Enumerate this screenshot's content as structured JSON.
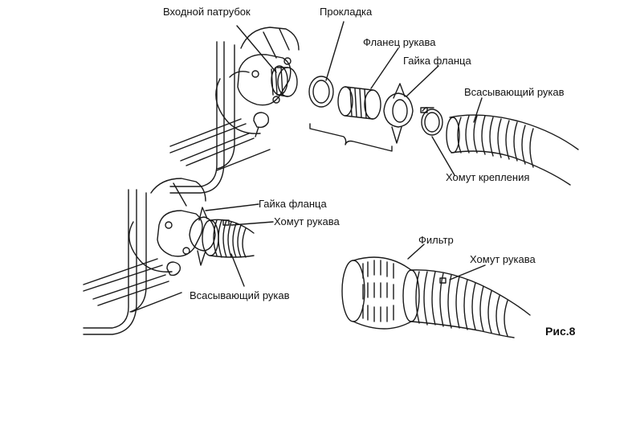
{
  "labels": {
    "inlet_pipe": "Входной патрубок",
    "gasket": "Прокладка",
    "hose_flange": "Фланец рукава",
    "flange_nut_top": "Гайка фланца",
    "suction_hose_top": "Всасывающий рукав",
    "fastening_clamp": "Хомут крепления",
    "flange_nut_mid": "Гайка фланца",
    "hose_clamp_mid": "Хомут рукава",
    "suction_hose_bottom": "Всасывающий рукав",
    "filter": "Фильтр",
    "hose_clamp_right": "Хомут рукава"
  },
  "figure_label": "Рис.8",
  "colors": {
    "line": "#1a1a1a",
    "background": "#ffffff"
  }
}
